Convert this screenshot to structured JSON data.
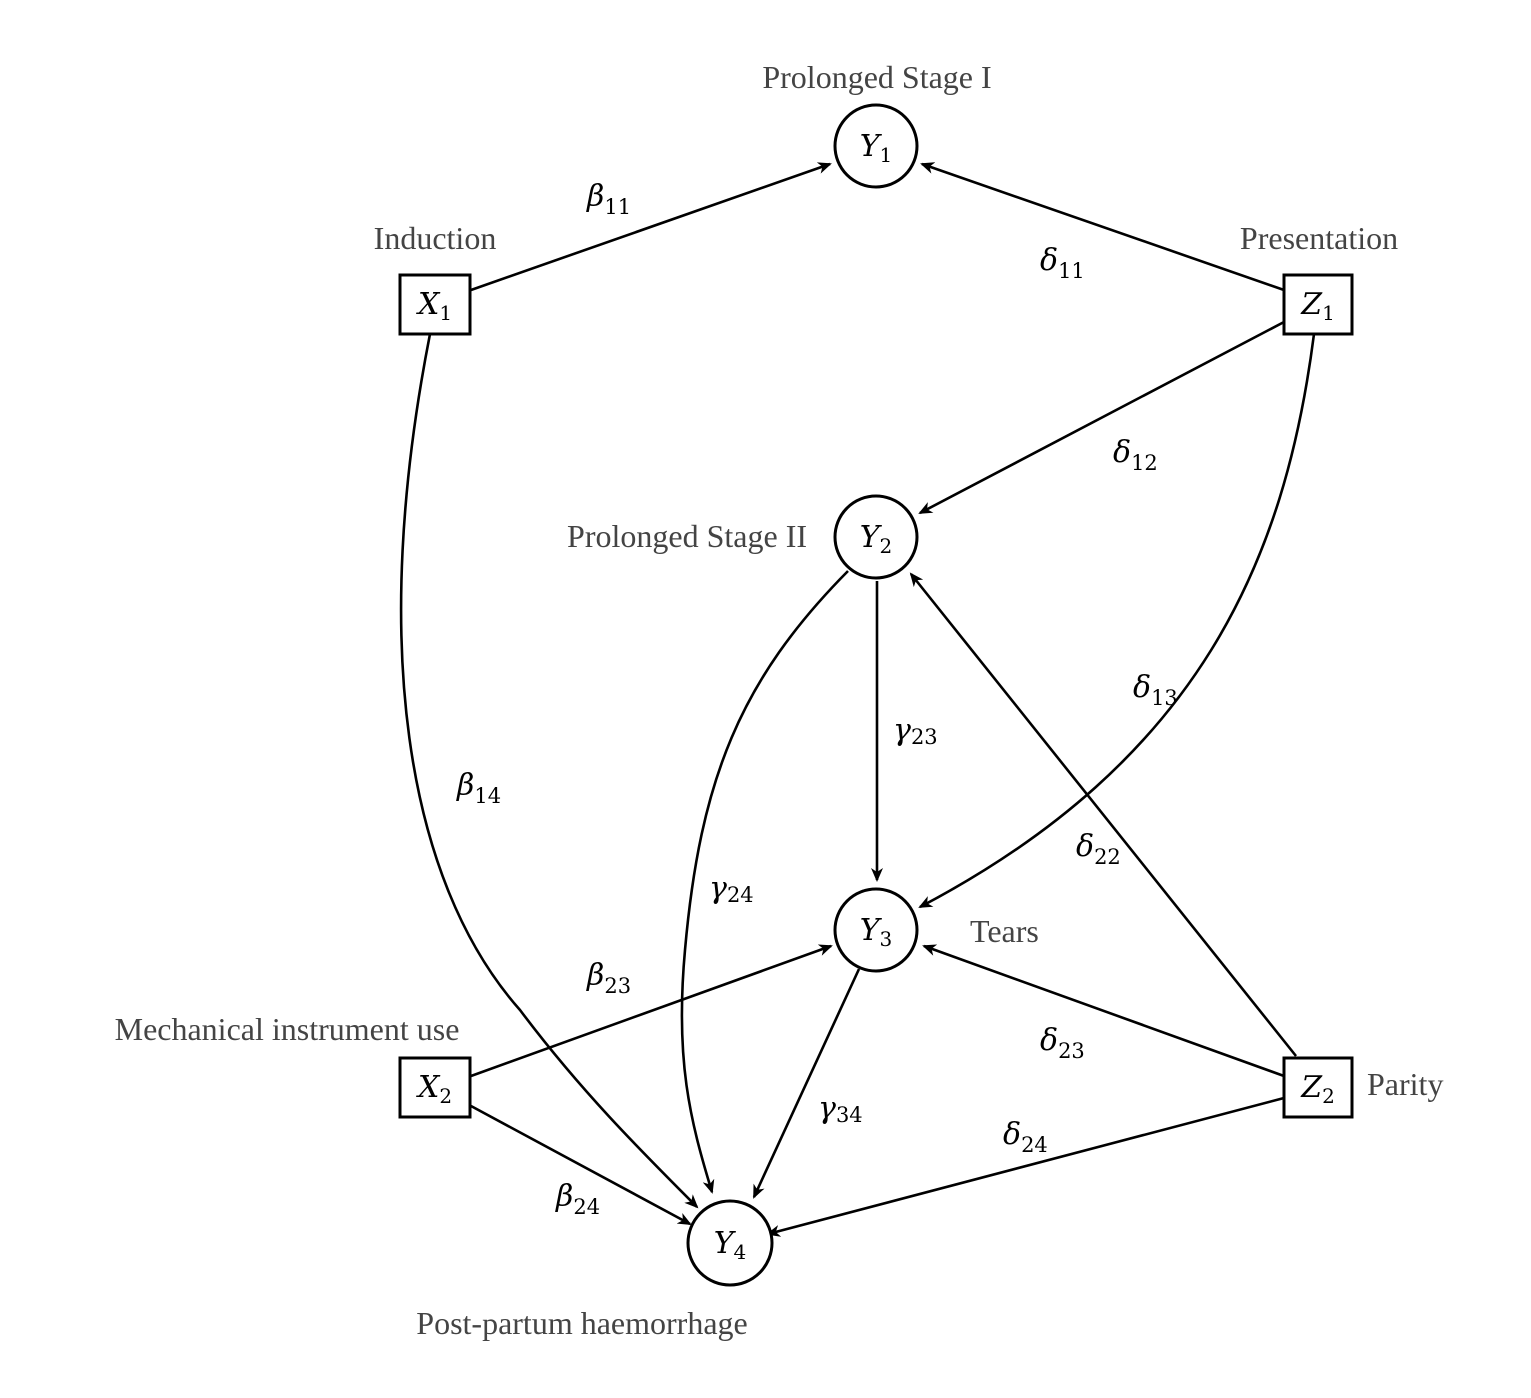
{
  "nodes": {
    "Y1": {
      "letter": "Y",
      "sub": "1",
      "caption": "Prolonged Stage I"
    },
    "Y2": {
      "letter": "Y",
      "sub": "2",
      "caption": "Prolonged Stage II"
    },
    "Y3": {
      "letter": "Y",
      "sub": "3",
      "caption": "Tears"
    },
    "Y4": {
      "letter": "Y",
      "sub": "4",
      "caption": "Post-partum haemorrhage"
    },
    "X1": {
      "letter": "X",
      "sub": "1",
      "caption": "Induction"
    },
    "X2": {
      "letter": "X",
      "sub": "2",
      "caption": "Mechanical instrument use"
    },
    "Z1": {
      "letter": "Z",
      "sub": "1",
      "caption": "Presentation"
    },
    "Z2": {
      "letter": "Z",
      "sub": "2",
      "caption": "Parity"
    }
  },
  "edges": [
    {
      "id": "b11",
      "from": "X1",
      "to": "Y1",
      "symbol": "β",
      "sub": "11"
    },
    {
      "id": "d11",
      "from": "Z1",
      "to": "Y1",
      "symbol": "δ",
      "sub": "11"
    },
    {
      "id": "d12",
      "from": "Z1",
      "to": "Y2",
      "symbol": "δ",
      "sub": "12"
    },
    {
      "id": "d13",
      "from": "Z1",
      "to": "Y3",
      "symbol": "δ",
      "sub": "13"
    },
    {
      "id": "b14",
      "from": "X1",
      "to": "Y4",
      "symbol": "β",
      "sub": "14"
    },
    {
      "id": "g23",
      "from": "Y2",
      "to": "Y3",
      "symbol": "γ",
      "sub": "23"
    },
    {
      "id": "g24",
      "from": "Y2",
      "to": "Y4",
      "symbol": "γ",
      "sub": "24"
    },
    {
      "id": "d22",
      "from": "Z2",
      "to": "Y2",
      "symbol": "δ",
      "sub": "22"
    },
    {
      "id": "b23",
      "from": "X2",
      "to": "Y3",
      "symbol": "β",
      "sub": "23"
    },
    {
      "id": "d23",
      "from": "Z2",
      "to": "Y3",
      "symbol": "δ",
      "sub": "23"
    },
    {
      "id": "g34",
      "from": "Y3",
      "to": "Y4",
      "symbol": "γ",
      "sub": "34"
    },
    {
      "id": "b24",
      "from": "X2",
      "to": "Y4",
      "symbol": "β",
      "sub": "24"
    },
    {
      "id": "d24",
      "from": "Z2",
      "to": "Y4",
      "symbol": "δ",
      "sub": "24"
    }
  ]
}
